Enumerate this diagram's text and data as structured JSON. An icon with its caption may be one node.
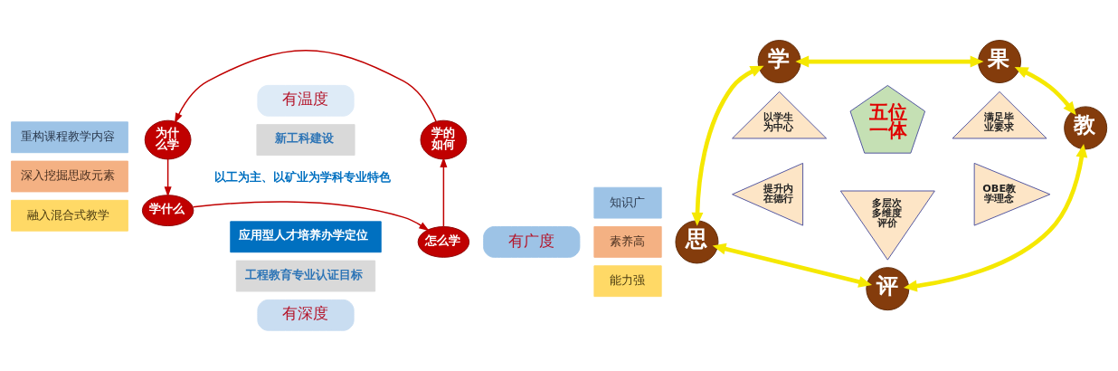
{
  "diagram": {
    "nodes": [
      {
        "text": [
          "重构课程教学内容"
        ]
      },
      {
        "text": [
          "深入挖掘思政元素"
        ]
      },
      {
        "text": [
          "融入混合式教学"
        ]
      },
      {
        "text": [
          "有温度"
        ]
      },
      {
        "text": [
          "为什么学"
        ]
      },
      {
        "text": [
          "学的如何"
        ]
      },
      {
        "text": [
          "新工科建设"
        ]
      },
      {
        "text": [
          "应用型人才培养办学定位"
        ]
      },
      {
        "text": [
          "工程教育专业认证目标"
        ]
      },
      {
        "text": [
          "学什么"
        ]
      },
      {
        "text": [
          "怎么学"
        ]
      },
      {
        "text": [
          "有深度"
        ]
      },
      {
        "text": [
          "有广度"
        ]
      },
      {
        "text": [
          "知识广"
        ]
      },
      {
        "text": [
          "素养高"
        ]
      },
      {
        "text": [
          "能力强"
        ]
      },
      {
        "text": [
          "学"
        ]
      },
      {
        "text": [
          "果"
        ]
      },
      {
        "text": [
          "以学生为中心"
        ]
      },
      {
        "text": [
          "满足毕业要求"
        ]
      },
      {
        "text": [
          "五位一体"
        ]
      },
      {
        "text": [
          "思"
        ]
      },
      {
        "text": [
          "提升内在德行"
        ]
      },
      {
        "text": [
          "OBE教学理念"
        ]
      },
      {
        "text": [
          "教"
        ]
      },
      {
        "text": [
          "多层次多维度评价"
        ]
      },
      {
        "text": [
          "评"
        ]
      }
    ],
    "edges": [
      {
        "from": 4,
        "to": 9,
        "arrow": "to",
        "color": "#c00000"
      },
      {
        "from": 9,
        "to": 10,
        "arrow": "to",
        "color": "#c00000"
      },
      {
        "from": 10,
        "to": 5,
        "arrow": "to",
        "color": "#c00000"
      },
      {
        "from": 5,
        "to": 4,
        "arrow": "to",
        "color": "#c00000"
      },
      {
        "from": 16,
        "to": 17,
        "arrow": "both"
      },
      {
        "from": 17,
        "to": 24,
        "arrow": "both"
      },
      {
        "from": 24,
        "to": 26,
        "arrow": "both"
      },
      {
        "from": 21,
        "to": 26,
        "arrow": "both"
      },
      {
        "from": 16,
        "to": 21,
        "arrow": "both"
      }
    ],
    "labels": [
      "以工为主、以矿业为学科专业特色"
    ]
  }
}
